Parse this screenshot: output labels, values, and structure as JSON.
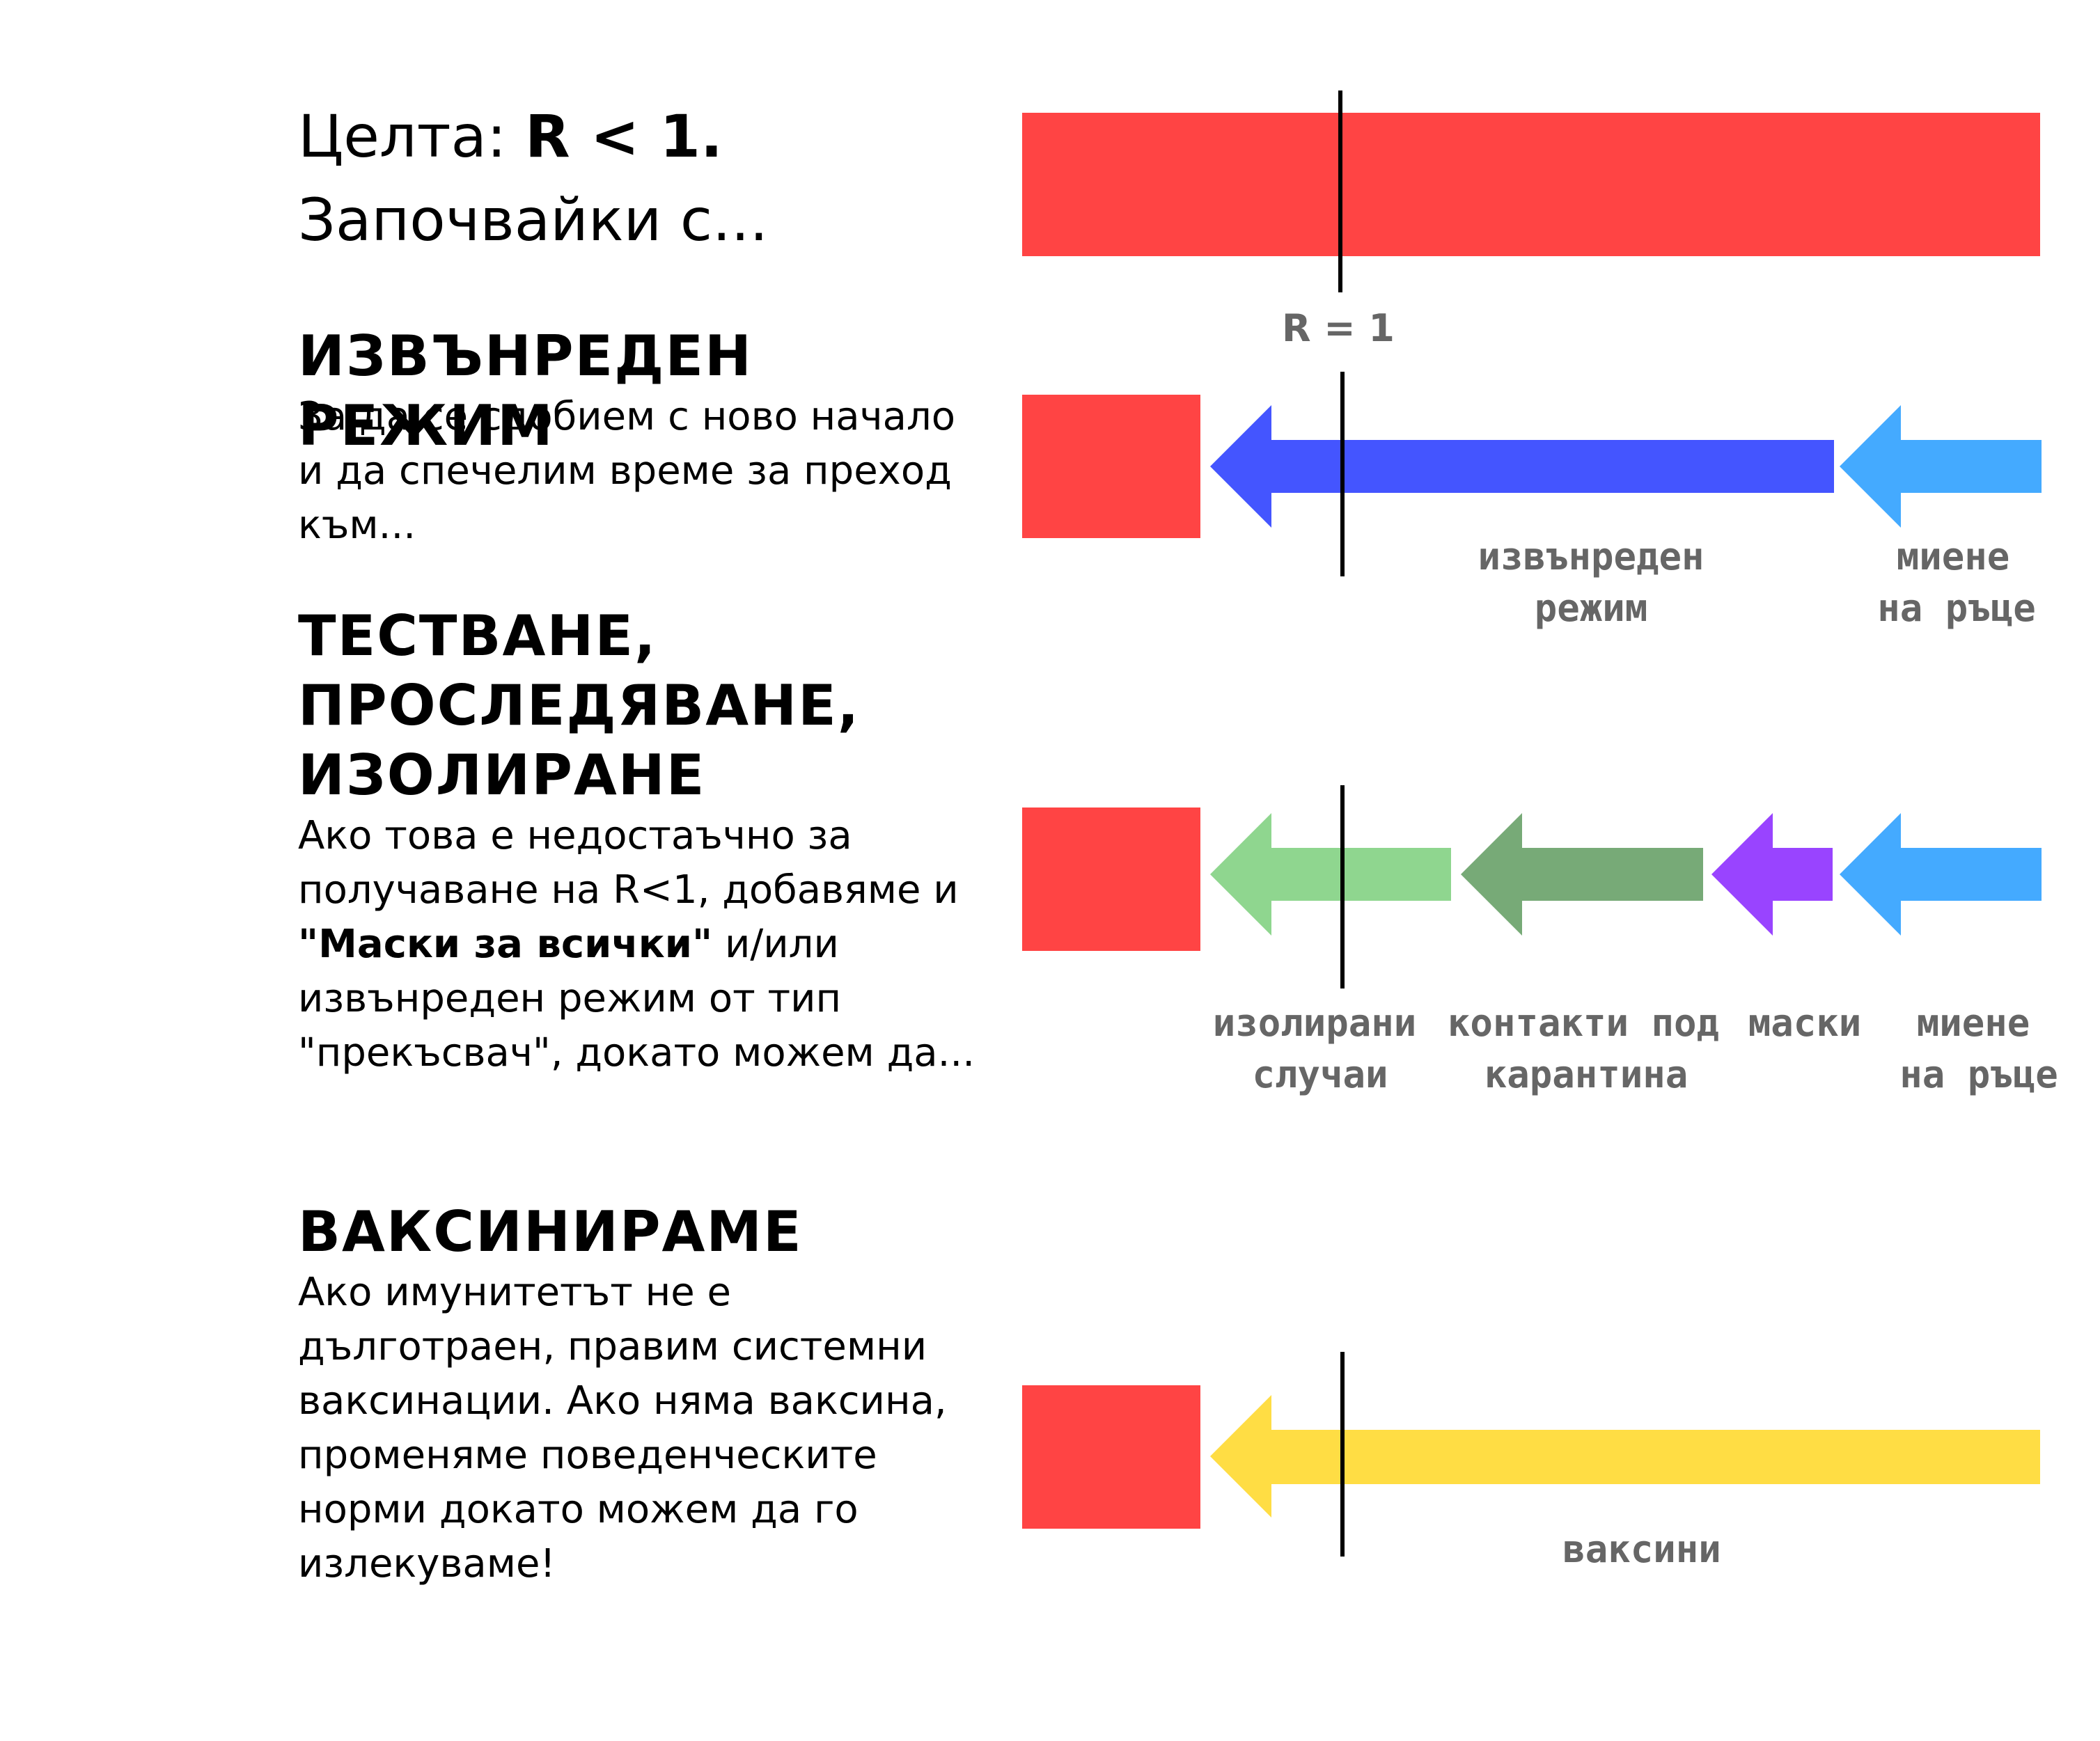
{
  "goal": {
    "line1_prefix": "Целта: ",
    "line1_bold": "R < 1.",
    "line2": "Започвайки с..."
  },
  "sections": [
    {
      "heading": "ИЗВЪНРЕДЕН РЕЖИМ",
      "text": "За да се сдобием с ново начало и да спечелим време за преход към..."
    },
    {
      "heading_lines": [
        "ТЕСТВАНЕ,",
        "ПРОСЛЕДЯВАНЕ,",
        "ИЗОЛИРАНЕ"
      ],
      "text_before": "Ако това е недостаъчно за получаване на R<1, добавяме и ",
      "text_bold": "\"Маски за всички\"",
      "text_after": " и/или извънреден режим от тип \"прекъсвач\", докато можем да..."
    },
    {
      "heading": "ВАКСИНИРАМЕ",
      "text": "Ако имунитетът не е дълготраен, правим системни ваксинации. Ако няма ваксина, променяме поведенческите норми докато можем да го излекуваме!"
    }
  ],
  "diagram": {
    "threshold_label": "R = 1",
    "colors": {
      "red": "#ff4444",
      "blue": "#4455ff",
      "light_blue": "#44aaff",
      "light_green": "#8fd68f",
      "dark_green": "#77aa77",
      "purple": "#9944ff",
      "yellow": "#ffdd44",
      "label": "#666666",
      "line": "#000000"
    },
    "rows": [
      {
        "arrows": [
          {
            "label": [
              "извънреден",
              "режим"
            ],
            "color": "blue"
          },
          {
            "label": [
              "миене",
              "на ръце"
            ],
            "color": "light_blue"
          }
        ]
      },
      {
        "arrows": [
          {
            "label": [
              "изолирани",
              "случаи"
            ],
            "color": "light_green"
          },
          {
            "label": [
              "контакти под",
              "карантина"
            ],
            "color": "dark_green"
          },
          {
            "label": [
              "маски"
            ],
            "color": "purple"
          },
          {
            "label": [
              "миене",
              "на ръце"
            ],
            "color": "light_blue"
          }
        ]
      },
      {
        "arrows": [
          {
            "label": [
              "ваксини"
            ],
            "color": "yellow"
          }
        ]
      }
    ]
  }
}
